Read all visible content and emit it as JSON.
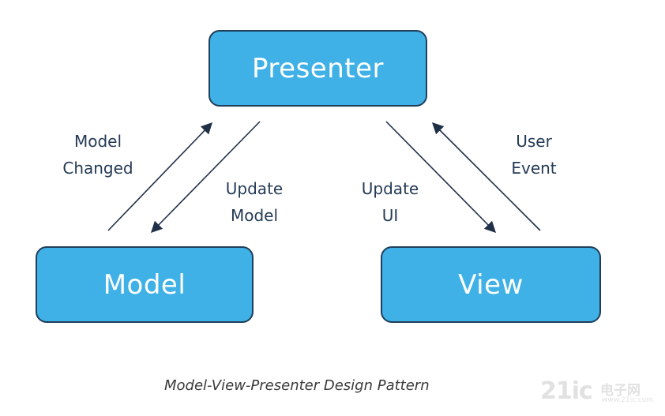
{
  "nodes": {
    "presenter": "Presenter",
    "model": "Model",
    "view": "View"
  },
  "edges": {
    "model_changed": {
      "line1": "Model",
      "line2": "Changed"
    },
    "update_model": {
      "line1": "Update",
      "line2": "Model"
    },
    "update_ui": {
      "line1": "Update",
      "line2": "UI"
    },
    "user_event": {
      "line1": "User",
      "line2": "Event"
    }
  },
  "caption": "Model-View-Presenter Design Pattern",
  "watermark": {
    "number": "21ic",
    "chinese": "电子网",
    "url": "www.21ic.com"
  },
  "colors": {
    "node_fill": "#3fb1e6",
    "node_border": "#1f3f5a",
    "arrow": "#1f3048",
    "label_text": "#243a56"
  }
}
